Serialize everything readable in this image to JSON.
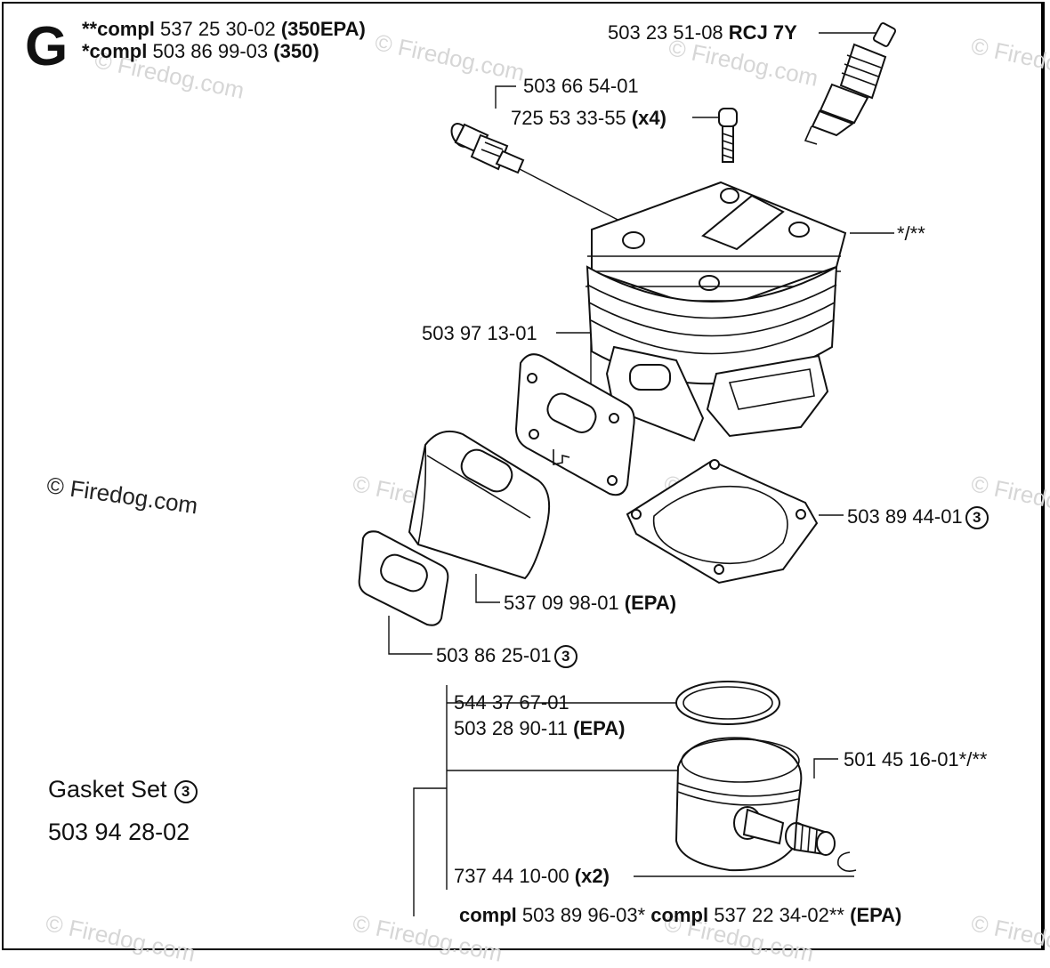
{
  "section_letter": "G",
  "header": {
    "line1": {
      "prefix": "**compl",
      "number": "537 25 30-02",
      "model": "(350EPA)"
    },
    "line2": {
      "prefix": "*compl",
      "number": "503 86 99-03",
      "model": "(350)"
    }
  },
  "watermark": "© Firedog.com",
  "parts": {
    "spark_plug": {
      "number": "503 23 51-08",
      "note": "RCJ 7Y"
    },
    "decomp_valve": {
      "number": "503 66 54-01"
    },
    "screw": {
      "number": "725 53 33-55",
      "qty": "(x4)"
    },
    "cylinder": {
      "note": "*/**"
    },
    "inlet_gasket": {
      "number": "503 97 13-01"
    },
    "cylinder_gasket": {
      "number": "503 89 44-01",
      "ref": "3"
    },
    "heat_shield": {
      "number": "537 09 98-01",
      "note": "(EPA)"
    },
    "exhaust_gasket": {
      "number": "503 86 25-01",
      "ref": "3"
    },
    "piston_ring_1": {
      "number": "544 37 67-01"
    },
    "piston_ring_2": {
      "number": "503 28 90-11",
      "note": "(EPA)"
    },
    "needle_bearing": {
      "number": "501 45 16-01*/**"
    },
    "circlip": {
      "number": "737 44 10-00",
      "qty": "(x2)"
    },
    "piston_footer": {
      "a_prefix": "compl",
      "a_number": "503 89 96-03*",
      "b_prefix": "compl",
      "b_number": "537 22 34-02**",
      "b_note": "(EPA)"
    }
  },
  "gasket_set": {
    "label": "Gasket Set",
    "ref": "3",
    "number": "503 94 28-02"
  }
}
